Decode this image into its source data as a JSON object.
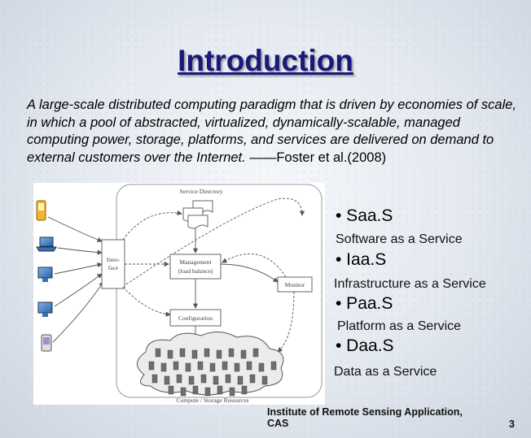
{
  "slide": {
    "title": "Introduction",
    "quote": "A large-scale distributed computing paradigm that is driven by economies of scale, in which a pool of abstracted, virtualized, dynamically-scalable, managed  computing power, storage, platforms, and services are delivered on demand to external customers over the Internet.",
    "quote_attribution": "——Foster et al.(2008)"
  },
  "diagram": {
    "service_directory": "Service Directory",
    "interface": [
      "Inter-",
      "face"
    ],
    "management": [
      "Management",
      "(load balance)"
    ],
    "monitor": "Monitor",
    "configuration": "Configuration",
    "resources": "Compute / Storage Resources"
  },
  "bullets": [
    {
      "title": "• Saa.S",
      "subtitle": "Software as a Service"
    },
    {
      "title": "• Iaa.S",
      "subtitle": "Infrastructure as a Service"
    },
    {
      "title": "• Paa.S",
      "subtitle": "Platform as a Service"
    },
    {
      "title": "• Daa.S",
      "subtitle": "Data as a Service"
    }
  ],
  "footer": {
    "institute": "Institute of Remote Sensing Application, CAS",
    "page_number": "3"
  }
}
